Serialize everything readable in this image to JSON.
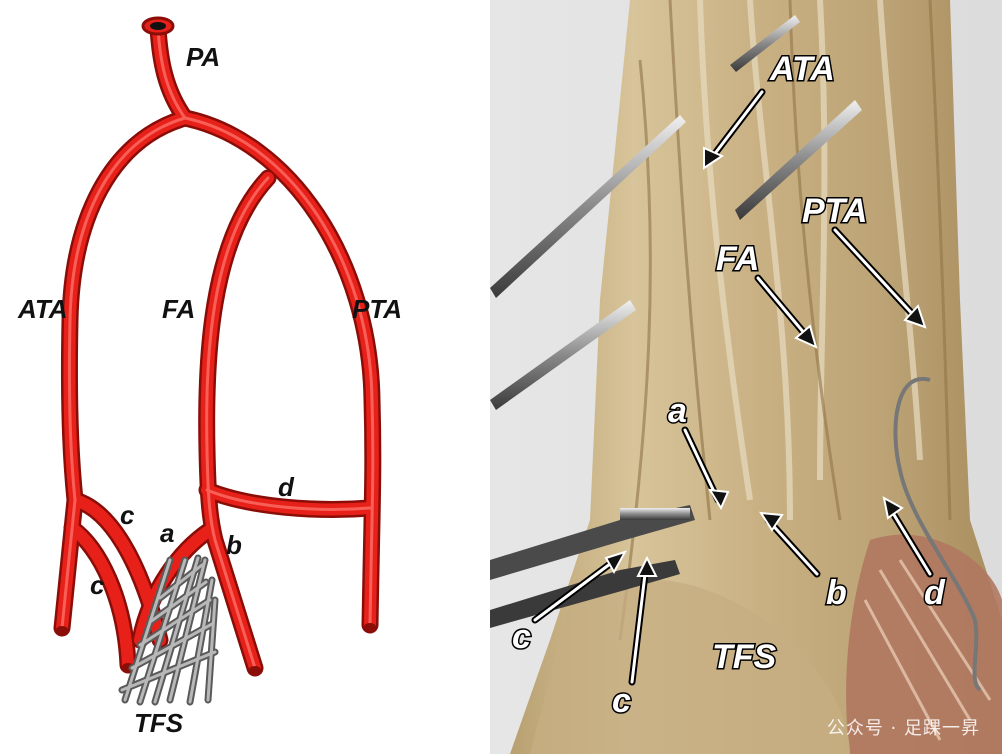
{
  "diagram": {
    "labels": {
      "pa": "PA",
      "ata": "ATA",
      "fa": "FA",
      "pta": "PTA",
      "a": "a",
      "b": "b",
      "c1": "c",
      "c2": "c",
      "d": "d",
      "tfs": "TFS"
    },
    "colors": {
      "vessel": "#e8201a",
      "vessel_edge": "#8a0d08",
      "stent": "#9a9a9a"
    }
  },
  "photo": {
    "labels": {
      "ata": "ATA",
      "pta": "PTA",
      "fa": "FA",
      "a": "a",
      "b": "b",
      "c1": "c",
      "c2": "c",
      "d": "d",
      "tfs": "TFS"
    },
    "watermark": "公众号 · 足踝一昇"
  }
}
